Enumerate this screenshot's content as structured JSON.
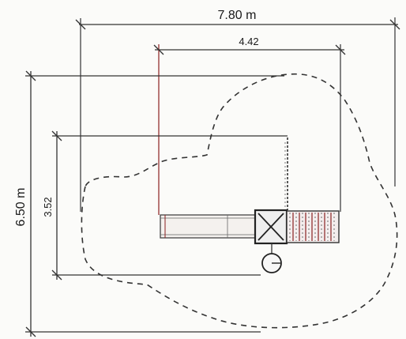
{
  "diagram": {
    "overall_width_label": "7.80 m",
    "structure_width_label": "4.42",
    "overall_height_label": "6.50 m",
    "structure_height_label": "3.52"
  }
}
